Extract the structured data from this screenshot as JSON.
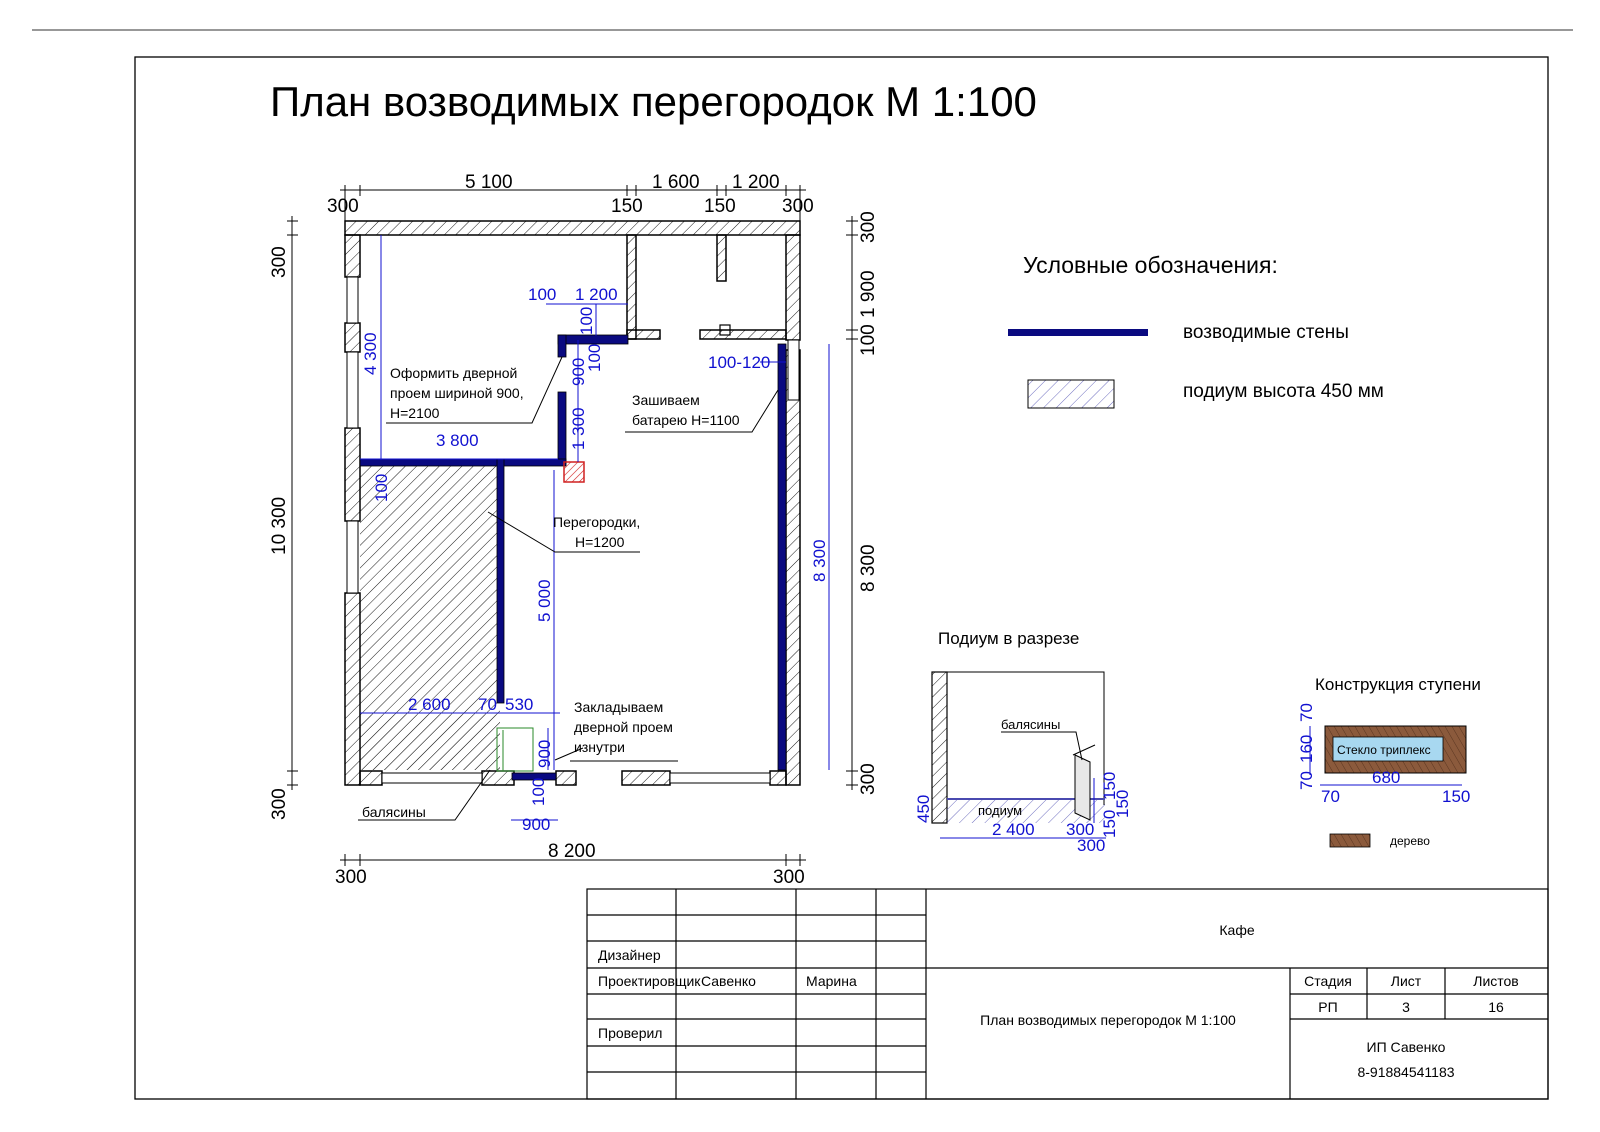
{
  "title": "План возводимых перегородок М 1:100",
  "plan": {
    "dims_top": [
      "300",
      "5 100",
      "150",
      "1 600",
      "150",
      "1 200",
      "300"
    ],
    "dims_left": [
      "300",
      "10 300",
      "300"
    ],
    "dims_right": [
      "300",
      "1 900",
      "100",
      "8 300",
      "300"
    ],
    "dims_bottom": [
      "300",
      "8 200",
      "300"
    ],
    "inner_dims": {
      "d_4300": "4 300",
      "d_100_a": "100",
      "d_1200": "1 200",
      "d_100_b": "100",
      "d_100_c": "100",
      "d_900_a": "900",
      "d_100_120": "100-120",
      "d_1300": "1 300",
      "d_3800": "3 800",
      "d_100_d": "100",
      "d_5000": "5 000",
      "d_8300": "8 300",
      "d_2600": "2 600",
      "d_70": "70",
      "d_530": "530",
      "d_900_b": "900",
      "d_100_e": "100",
      "d_900_c": "900"
    },
    "notes": {
      "door_1": "Оформить дверной",
      "door_2": "проем шириной 900,",
      "door_3": "H=2100",
      "battery_1": "Зашиваем",
      "battery_2": "батарею H=1100",
      "partition_1": "Перегородки,",
      "partition_2": "H=1200",
      "closed_1": "Закладываем",
      "closed_2": "дверной проем",
      "closed_3": "изнутри",
      "balusters": "балясины"
    }
  },
  "legend": {
    "heading": "Условные обозначения:",
    "walls_label": "возводимые стены",
    "podium_label": "подиум высота 450 мм",
    "wall_color": "#0a0a80"
  },
  "podium_section": {
    "heading": "Подиум в разрезе",
    "balusters": "балясины",
    "podium": "подиум",
    "d_450": "450",
    "d_2400": "2 400",
    "d_300_a": "300",
    "d_300_b": "300",
    "d_150_a": "150",
    "d_150_b": "150",
    "d_150_c": "150"
  },
  "step": {
    "heading": "Конструкция ступени",
    "glass": "Стекло триплекс",
    "d_70_a": "70",
    "d_160": "160",
    "d_70_b": "70",
    "d_70_c": "70",
    "d_680": "680",
    "d_150": "150",
    "wood_label": "дерево",
    "wood_color": "#8b5a3c",
    "glass_color": "#a8d8f0"
  },
  "title_block": {
    "designer_role": "Дизайнер",
    "planner_role": "Проектировщик",
    "planner_surname": "Савенко",
    "planner_name": "Марина",
    "checker_role": "Проверил",
    "project": "Кафе",
    "sheet_name": "План возводимых перегородок М 1:100",
    "stage_h": "Стадия",
    "sheet_h": "Лист",
    "sheets_h": "Листов",
    "stage": "РП",
    "sheet": "3",
    "sheets": "16",
    "company": "ИП Савенко",
    "phone": "8-91884541183"
  }
}
